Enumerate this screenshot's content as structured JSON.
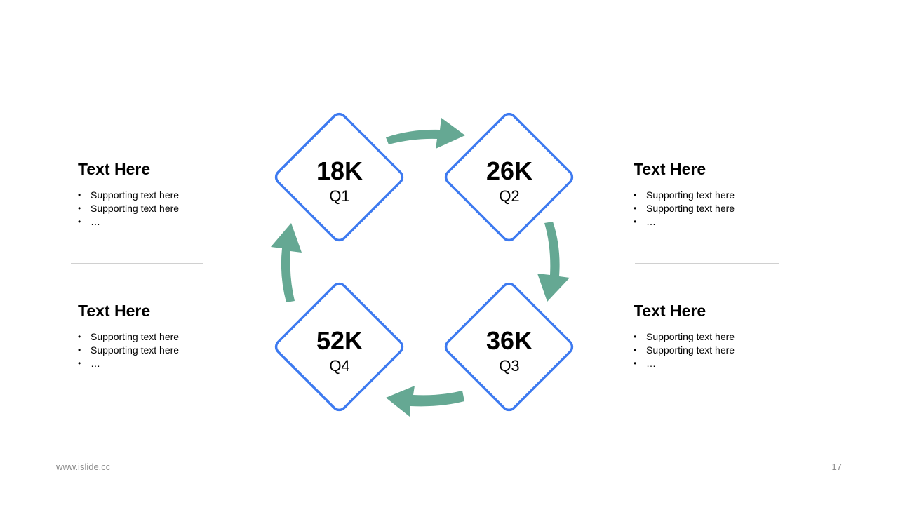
{
  "colors": {
    "diamond_stroke": "#3d7af0",
    "arrow_fill": "#65a893",
    "rule": "#bdbdbd"
  },
  "quarters": [
    {
      "value": "18K",
      "label": "Q1"
    },
    {
      "value": "26K",
      "label": "Q2"
    },
    {
      "value": "36K",
      "label": "Q3"
    },
    {
      "value": "52K",
      "label": "Q4"
    }
  ],
  "blocks": [
    {
      "title": "Text Here",
      "bullets": [
        "Supporting  text here",
        "Supporting  text here",
        "…"
      ]
    },
    {
      "title": "Text Here",
      "bullets": [
        "Supporting  text here",
        "Supporting  text here",
        "…"
      ]
    },
    {
      "title": "Text Here",
      "bullets": [
        "Supporting  text here",
        "Supporting  text here",
        "…"
      ]
    },
    {
      "title": "Text Here",
      "bullets": [
        "Supporting  text here",
        "Supporting  text here",
        "…"
      ]
    }
  ],
  "footer": {
    "website": "www.islide.cc",
    "page_number": "17"
  }
}
